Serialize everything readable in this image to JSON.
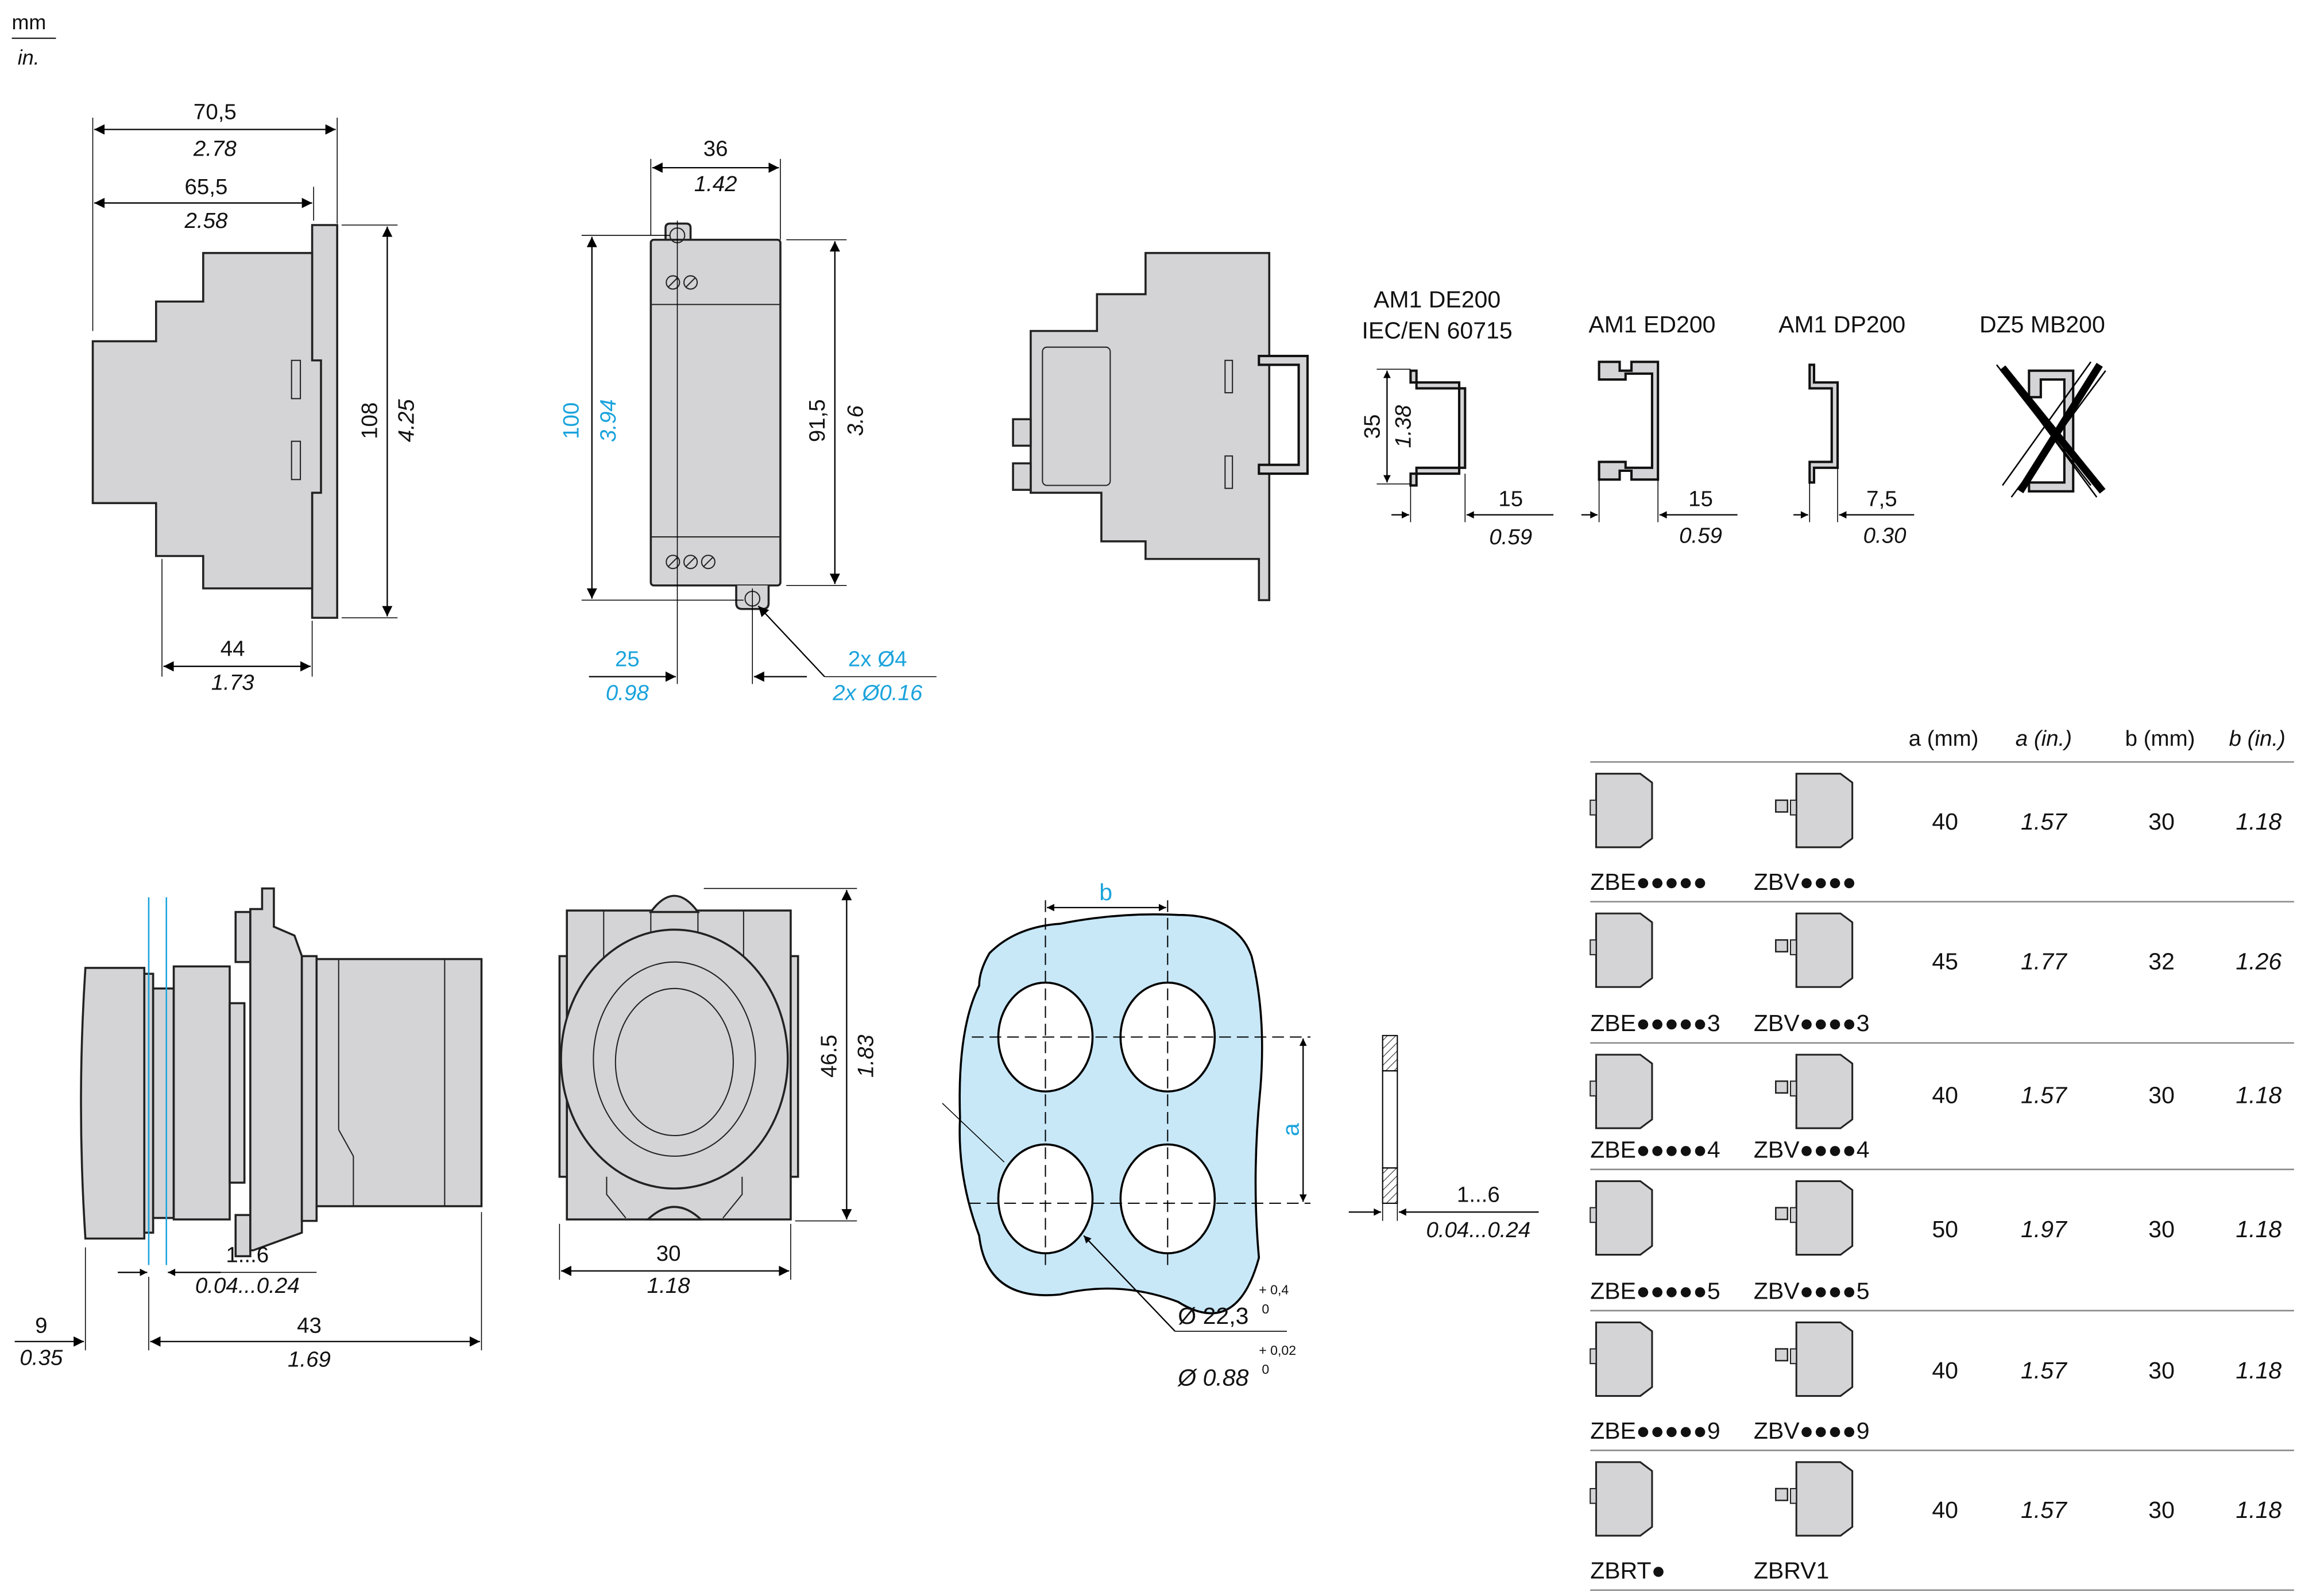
{
  "units": {
    "primary": "mm",
    "secondary": "in."
  },
  "power_supply_side_view": {
    "overall_width": {
      "mm": "70,5",
      "in": "2.78"
    },
    "body_width": {
      "mm": "65,5",
      "in": "2.58"
    },
    "height": {
      "mm": "108",
      "in": "4.25"
    },
    "rail_depth": {
      "mm": "44",
      "in": "1.73"
    }
  },
  "power_supply_front_view": {
    "width": {
      "mm": "36",
      "in": "1.42"
    },
    "mount_hole_pitch_vertical": {
      "mm": "100",
      "in": "3.94"
    },
    "body_height": {
      "mm": "91,5",
      "in": "3.6"
    },
    "mount_hole_offset": {
      "mm": "25",
      "in": "0.98"
    },
    "mount_holes": {
      "mm": "2x Ø4",
      "in": "2x Ø0.16"
    }
  },
  "din_rails": [
    {
      "name": "AM1 DE200",
      "standard": "IEC/EN 60715",
      "height": {
        "mm": "35",
        "in": "1.38"
      },
      "depth": {
        "mm": "15",
        "in": "0.59"
      },
      "compatible": true
    },
    {
      "name": "AM1 ED200",
      "standard": "",
      "depth": {
        "mm": "15",
        "in": "0.59"
      },
      "compatible": true
    },
    {
      "name": "AM1 DP200",
      "standard": "",
      "depth": {
        "mm": "7,5",
        "in": "0.30"
      },
      "compatible": true
    },
    {
      "name": "DZ5 MB200",
      "standard": "",
      "compatible": false
    }
  ],
  "pushbutton_side_view": {
    "panel_thickness": {
      "mm": "1...6",
      "in": "0.04...0.24"
    },
    "front_projection": {
      "mm": "9",
      "in": "0.35"
    },
    "depth_behind_panel": {
      "mm": "43",
      "in": "1.69"
    }
  },
  "pushbutton_front_view": {
    "width": {
      "mm": "30",
      "in": "1.18"
    },
    "height": {
      "mm": "46.5",
      "in": "1.83"
    }
  },
  "panel_cutout": {
    "label_a": "a",
    "label_b": "b",
    "hole_diameter_mm": "Ø 22,3",
    "hole_tol_mm_upper": "+ 0,4",
    "hole_tol_mm_lower": "0",
    "hole_diameter_in": "Ø 0.88",
    "hole_tol_in_upper": "+ 0,02",
    "hole_tol_in_lower": "0",
    "panel_thickness": {
      "mm": "1...6",
      "in": "0.04...0.24"
    }
  },
  "contact_table": {
    "headers": [
      "a (mm)",
      "a (in.)",
      "b (mm)",
      "b (in.)"
    ],
    "rows": [
      {
        "block1": "ZBE●●●●●",
        "block2": "ZBV●●●●",
        "a_mm": "40",
        "a_in": "1.57",
        "b_mm": "30",
        "b_in": "1.18"
      },
      {
        "block1": "ZBE●●●●●3",
        "block2": "ZBV●●●●3",
        "a_mm": "45",
        "a_in": "1.77",
        "b_mm": "32",
        "b_in": "1.26"
      },
      {
        "block1": "ZBE●●●●●4",
        "block2": "ZBV●●●●4",
        "a_mm": "40",
        "a_in": "1.57",
        "b_mm": "30",
        "b_in": "1.18"
      },
      {
        "block1": "ZBE●●●●●5",
        "block2": "ZBV●●●●5",
        "a_mm": "50",
        "a_in": "1.97",
        "b_mm": "30",
        "b_in": "1.18"
      },
      {
        "block1": "ZBE●●●●●9",
        "block2": "ZBV●●●●9",
        "a_mm": "40",
        "a_in": "1.57",
        "b_mm": "30",
        "b_in": "1.18"
      },
      {
        "block1": "ZBRT●",
        "block2": "ZBRV1",
        "a_mm": "40",
        "a_in": "1.57",
        "b_mm": "30",
        "b_in": "1.18"
      }
    ]
  },
  "colors": {
    "accent_cyan": "#1aa3dc",
    "part_gray": "#d4d4d6",
    "cutout_blue": "#c8e8f8"
  }
}
